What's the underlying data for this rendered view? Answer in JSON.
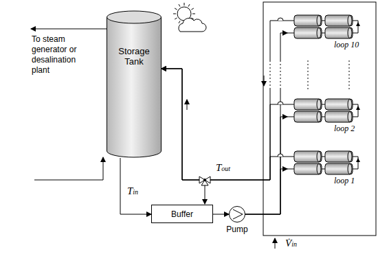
{
  "diagram": {
    "nodes": [
      {
        "text": [
          "Storage Tank"
        ]
      },
      {
        "text": [
          "Buffer"
        ]
      },
      {
        "text": [
          "Pump"
        ]
      },
      {
        "text": [
          "loop 10"
        ]
      },
      {
        "text": [
          "loop 2"
        ]
      },
      {
        "text": [
          "loop 1"
        ]
      }
    ],
    "edges": [
      {
        "from": 0,
        "to": 1,
        "arrow": "to"
      },
      {
        "from": 1,
        "to": 2,
        "arrow": "to"
      },
      {
        "from": 2,
        "to": 5,
        "arrow": "to"
      },
      {
        "from": 2,
        "to": 4,
        "arrow": "to"
      },
      {
        "from": 2,
        "to": 3,
        "arrow": "to"
      },
      {
        "from": 3,
        "to": 0,
        "arrow": "to"
      },
      {
        "from": 4,
        "to": 0,
        "arrow": "to"
      },
      {
        "from": 5,
        "to": 0,
        "arrow": "to"
      }
    ],
    "labels": [
      "To steam generator or desalination plant",
      "Tout",
      "Tin",
      "V̇in"
    ]
  }
}
